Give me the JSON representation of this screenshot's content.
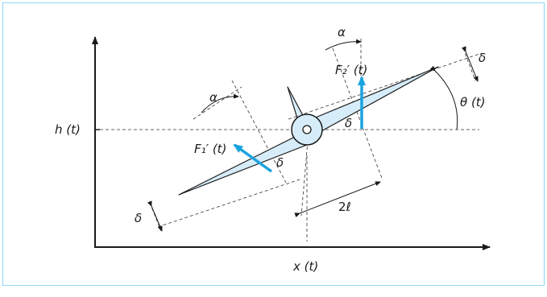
{
  "labels": {
    "h": "h (t)",
    "x": "x (t)",
    "theta": "θ (t)",
    "alpha_left": "α",
    "alpha_right": "α",
    "f1": "F₁′ (t)",
    "f2": "F₂′ (t)",
    "delta_left_outer": "δ",
    "delta_left_inner": "δ",
    "delta_right_inner": "δ",
    "delta_right_outer": "δ",
    "two_ell": "2ℓ"
  },
  "colors": {
    "frame": "#8ed8f4",
    "arrow": "#1aa3e0",
    "wing_fill": "#d6ecf9",
    "wing_stroke": "#1a1a1a",
    "line": "#1a1a1a"
  }
}
